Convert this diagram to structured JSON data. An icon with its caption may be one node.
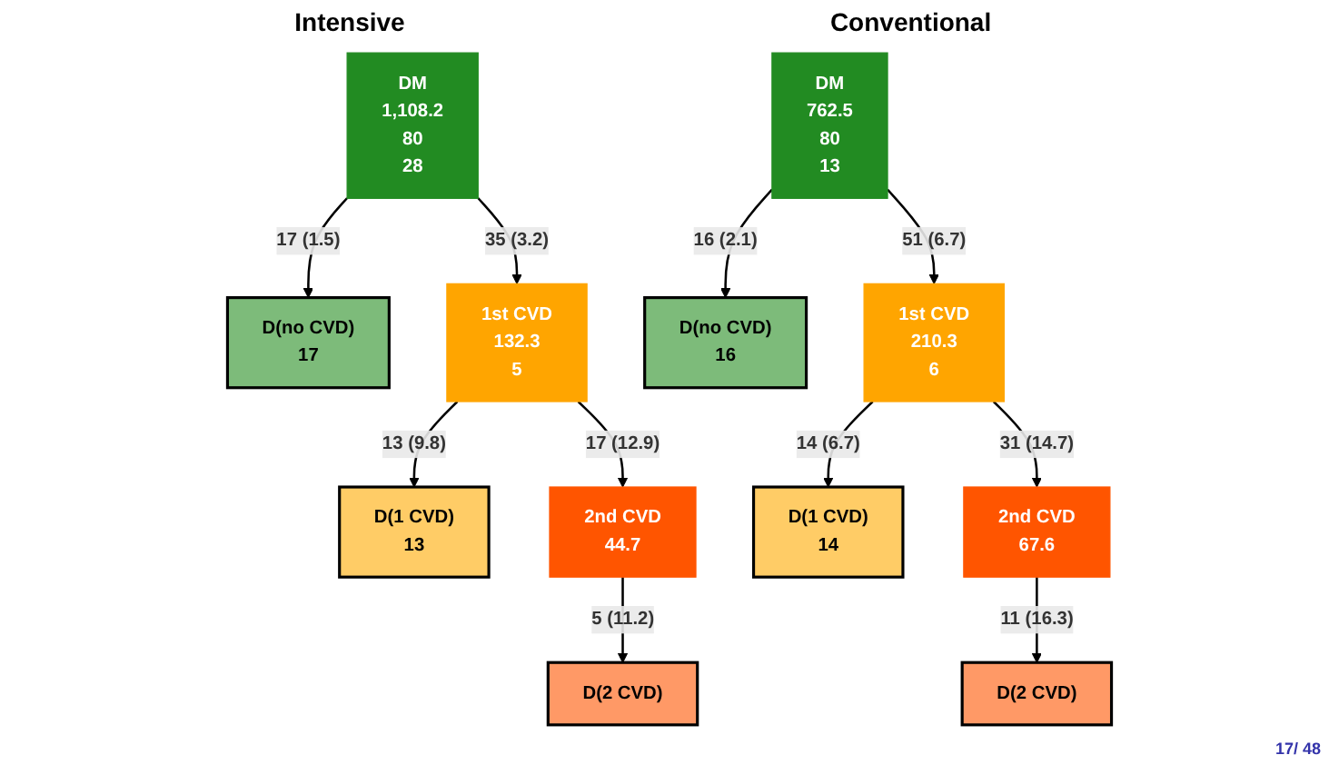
{
  "diagram": {
    "nodes": [
      {
        "text": [
          "DM",
          "1,108.2",
          "80",
          "28"
        ]
      },
      {
        "text": [
          "D(no CVD)",
          "17"
        ]
      },
      {
        "text": [
          "DM",
          "762.5",
          "80",
          "13"
        ]
      },
      {
        "text": [
          "D(no CVD)",
          "16"
        ]
      },
      {
        "text": [
          "1st CVD",
          "132.3",
          "5"
        ]
      },
      {
        "text": [
          "D(1 CVD)",
          "13"
        ]
      },
      {
        "text": [
          "1st CVD",
          "210.3",
          "6"
        ]
      },
      {
        "text": [
          "D(1 CVD)",
          "14"
        ]
      },
      {
        "text": [
          "2nd CVD",
          "44.7"
        ]
      },
      {
        "text": [
          "D(2 CVD)"
        ]
      },
      {
        "text": [
          "2nd CVD",
          "67.6"
        ]
      },
      {
        "text": [
          "D(2 CVD)"
        ]
      }
    ],
    "edges": [
      {
        "from": 0,
        "to": 1,
        "arrow": "to",
        "label": "17 (1.5)"
      },
      {
        "from": 2,
        "to": 3,
        "arrow": "to",
        "label": "16 (2.1)"
      },
      {
        "from": 0,
        "to": 4,
        "arrow": "to",
        "label": "35 (3.2)"
      },
      {
        "from": 2,
        "to": 6,
        "arrow": "to",
        "label": "51 (6.7)"
      },
      {
        "from": 4,
        "to": 5,
        "arrow": "to",
        "label": "13 (9.8)"
      },
      {
        "from": 6,
        "to": 7,
        "arrow": "to",
        "label": "14 (6.7)"
      },
      {
        "from": 4,
        "to": 8,
        "arrow": "to",
        "label": "17 (12.9)"
      },
      {
        "from": 6,
        "to": 10,
        "arrow": "to",
        "label": "31 (14.7)"
      },
      {
        "from": 8,
        "to": 9,
        "arrow": "to",
        "label": "5 (11.2)"
      },
      {
        "from": 10,
        "to": 11,
        "arrow": "to",
        "label": "11 (16.3)"
      }
    ],
    "labels": [
      "Intensive",
      "Conventional",
      "17/ 48"
    ]
  }
}
